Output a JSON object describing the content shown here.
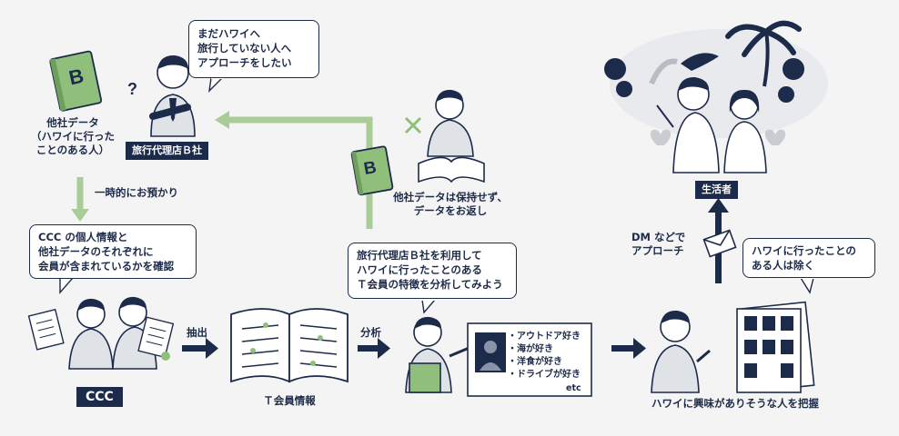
{
  "agency": {
    "thought": [
      "まだハワイへ",
      "旅行していない人へ",
      "アプローチをしたい"
    ],
    "other_data_label": [
      "他社データ",
      "（ハワイに行った",
      "ことのある人）"
    ],
    "tag": "旅行代理店Ｂ社",
    "book_letter": "B"
  },
  "deposit_label": "一時的にお預かり",
  "confirm_bubble": [
    "CCC の個人情報と",
    "他社データのそれぞれに",
    "会員が含まれているかを確認"
  ],
  "ccc_tag": "CCC",
  "extract_label": "抽出",
  "member_info_label": "Ｔ会員情報",
  "return_label": [
    "他社データは保持せず、",
    "データをお返し"
  ],
  "analyze_bubble": [
    "旅行代理店Ｂ社を利用して",
    "ハワイに行ったことのある",
    "Ｔ会員の特徴を分析してみよう"
  ],
  "analyze_label": "分析",
  "features": {
    "items": [
      "アウトドア好き",
      "海が好き",
      "洋食が好き",
      "ドライブが好き"
    ],
    "etc": "etc"
  },
  "grasp_label": "ハワイに興味がありそうな人を把握",
  "exclude_bubble": [
    "ハワイに行ったことの",
    "ある人は除く"
  ],
  "dm_label": [
    "DM などで",
    "アプローチ"
  ],
  "consumer_tag": "生活者",
  "colors": {
    "navy": "#1d2b4a",
    "green": "#8fbf7a",
    "bg": "#f4f4f4",
    "gray": "#c9ccd1"
  }
}
